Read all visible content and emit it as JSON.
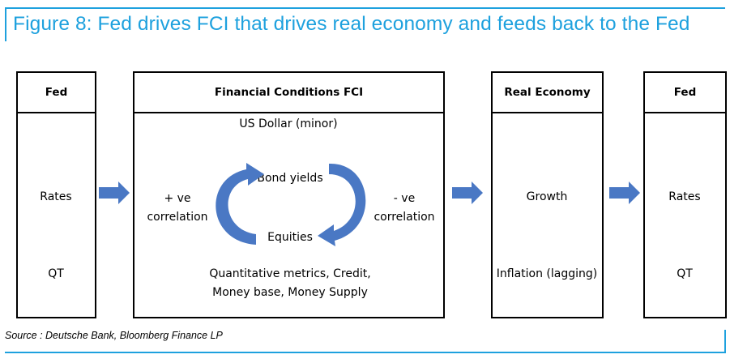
{
  "figure": {
    "title": "Figure 8: Fed drives FCI that drives real economy and feeds back to the Fed",
    "source": "Source : Deutsche Bank, Bloomberg Finance LP"
  },
  "boxes": {
    "fed_left": {
      "header": "Fed",
      "line1": "Rates",
      "line2": "QT"
    },
    "fci": {
      "header": "Financial Conditions FCI",
      "top_note": "US Dollar (minor)",
      "cycle_top": "Bond yields",
      "cycle_bottom": "Equities",
      "left_label_1": "+ ve",
      "left_label_2": "correlation",
      "right_label_1": "- ve",
      "right_label_2": "correlation",
      "bottom_line1": "Quantitative metrics, Credit,",
      "bottom_line2": "Money base, Money Supply"
    },
    "real_economy": {
      "header": "Real Economy",
      "line1": "Growth",
      "line2": "Inflation (lagging)"
    },
    "fed_right": {
      "header": "Fed",
      "line1": "Rates",
      "line2": "QT"
    }
  },
  "colors": {
    "accent": "#1ea1de",
    "arrow_fill": "#4a78c4",
    "border": "#000000"
  },
  "icons": [
    "right-arrow-icon",
    "curved-arrow-icon"
  ]
}
